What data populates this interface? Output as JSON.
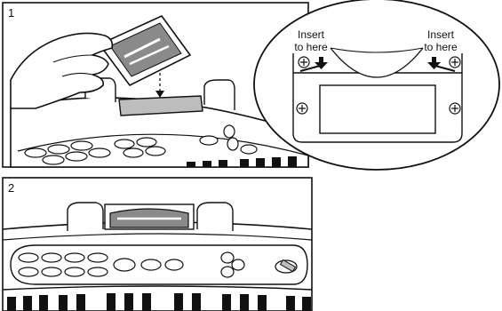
{
  "panels": [
    {
      "number": "1"
    },
    {
      "number": "2"
    }
  ],
  "callout": {
    "left_label_line1": "Insert",
    "left_label_line2": "to here",
    "right_label_line1": "Insert",
    "right_label_line2": "to here"
  },
  "colors": {
    "ink": "#111111",
    "shade": "#bdbdbd",
    "light": "#e6e6e6",
    "paper": "#ffffff"
  }
}
